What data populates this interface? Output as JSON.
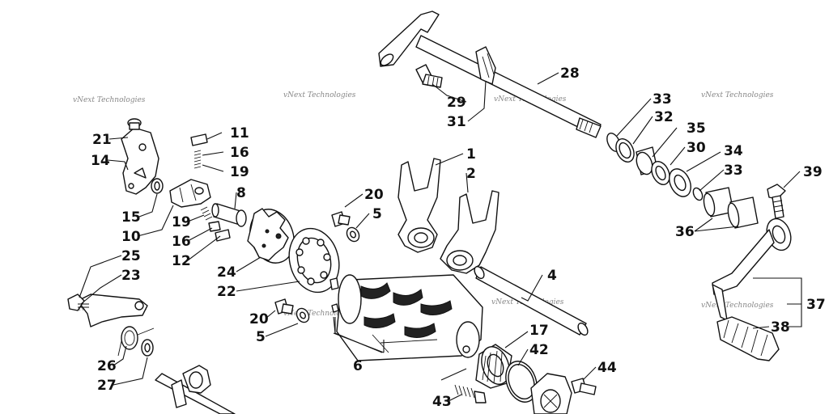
{
  "diagram": {
    "watermark": "vNext Technologies",
    "callouts": [
      "1",
      "2",
      "4",
      "5",
      "5",
      "6",
      "8",
      "10",
      "11",
      "12",
      "14",
      "15",
      "16",
      "16",
      "17",
      "19",
      "19",
      "20",
      "20",
      "21",
      "22",
      "23",
      "24",
      "25",
      "26",
      "27",
      "28",
      "29",
      "30",
      "31",
      "32",
      "33",
      "33",
      "34",
      "35",
      "36",
      "37",
      "38",
      "39",
      "42",
      "43",
      "44"
    ]
  }
}
